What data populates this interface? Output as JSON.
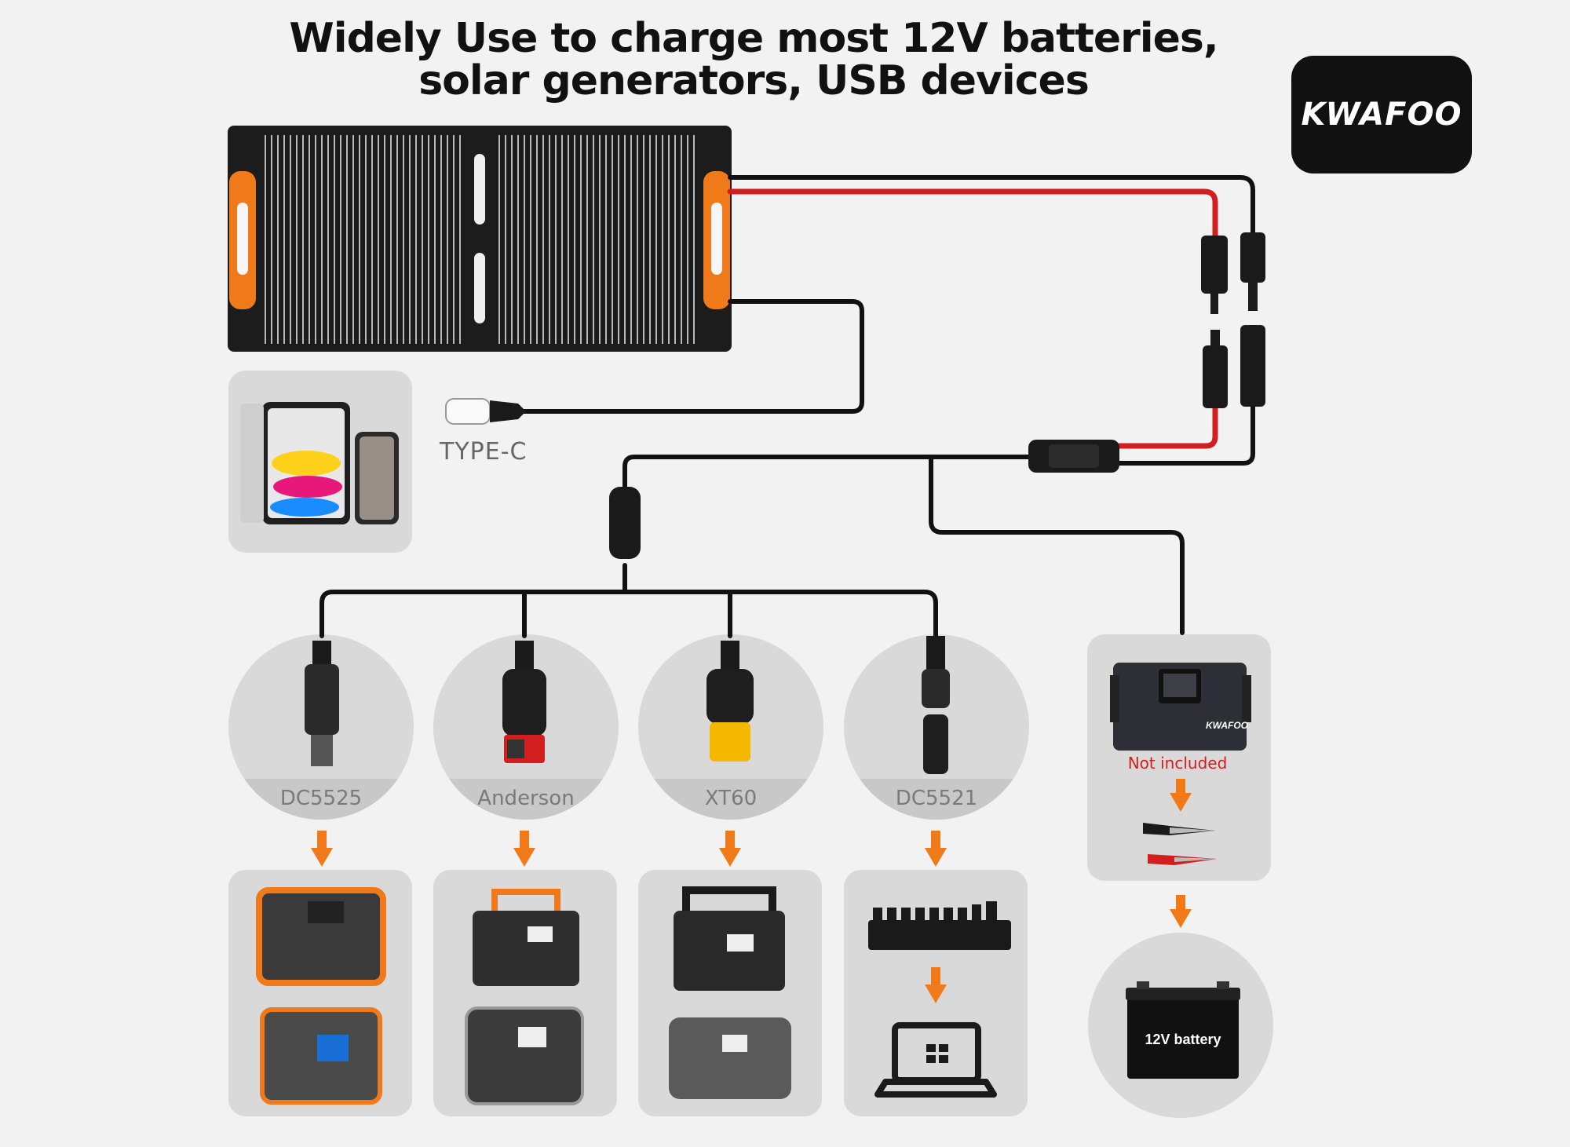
{
  "title": {
    "line1": "Widely Use to charge most 12V batteries,",
    "line2": "solar generators, USB devices"
  },
  "brand": {
    "logo_text": "KWAFOO"
  },
  "cable_labels": {
    "type_c": "TYPE-C"
  },
  "connectors": [
    {
      "label": "DC5525"
    },
    {
      "label": "Anderson"
    },
    {
      "label": "XT60"
    },
    {
      "label": "DC5521"
    }
  ],
  "controller": {
    "status": "Not included",
    "brand": "KWAFOO"
  },
  "battery": {
    "label": "12V battery"
  },
  "colors": {
    "accent_orange": "#f07a1a",
    "positive_red": "#d11f1f",
    "cable_black": "#111111",
    "tile_gray": "#d9d9d9"
  }
}
